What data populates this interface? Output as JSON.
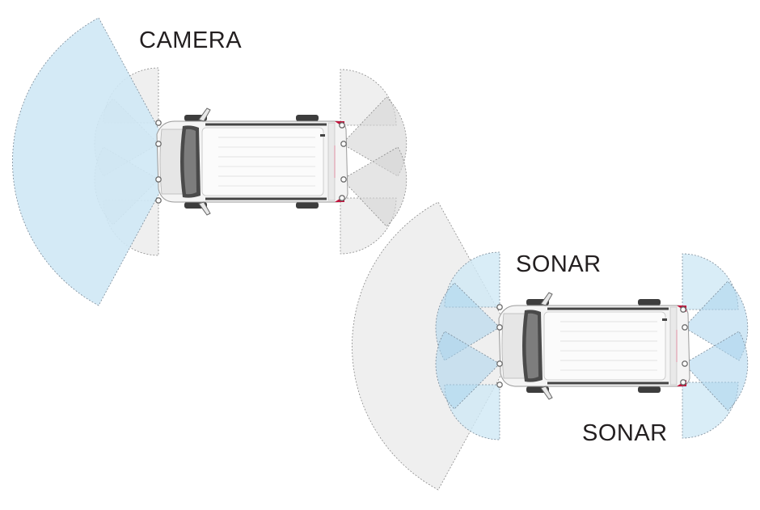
{
  "labels": {
    "camera": "CAMERA",
    "sonar_top": "SONAR",
    "sonar_bottom": "SONAR"
  },
  "colors": {
    "highlight_blue": "#cfe8f5",
    "neutral_grey": "#e9e9e9",
    "car_body": "#f3f3f3",
    "tail_light": "#c0143c",
    "text": "#231f20"
  }
}
